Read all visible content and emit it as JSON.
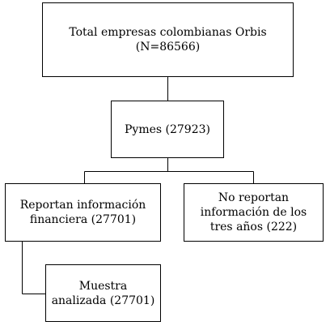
{
  "diagram": {
    "nodes": {
      "total": {
        "label": "Total empresas colombianas Orbis\n(N=86566)"
      },
      "pymes": {
        "label": "Pymes (27923)"
      },
      "reportan": {
        "label": "Reportan información\nfinanciera (27701)"
      },
      "no_reportan": {
        "label": "No reportan\ninformación de los\ntres años (222)"
      },
      "muestra": {
        "label": "Muestra\nanalizada (27701)"
      }
    },
    "edges": [
      {
        "from": "total",
        "to": "pymes"
      },
      {
        "from": "pymes",
        "to": "reportan"
      },
      {
        "from": "pymes",
        "to": "no_reportan"
      },
      {
        "from": "reportan",
        "to": "muestra"
      }
    ]
  }
}
